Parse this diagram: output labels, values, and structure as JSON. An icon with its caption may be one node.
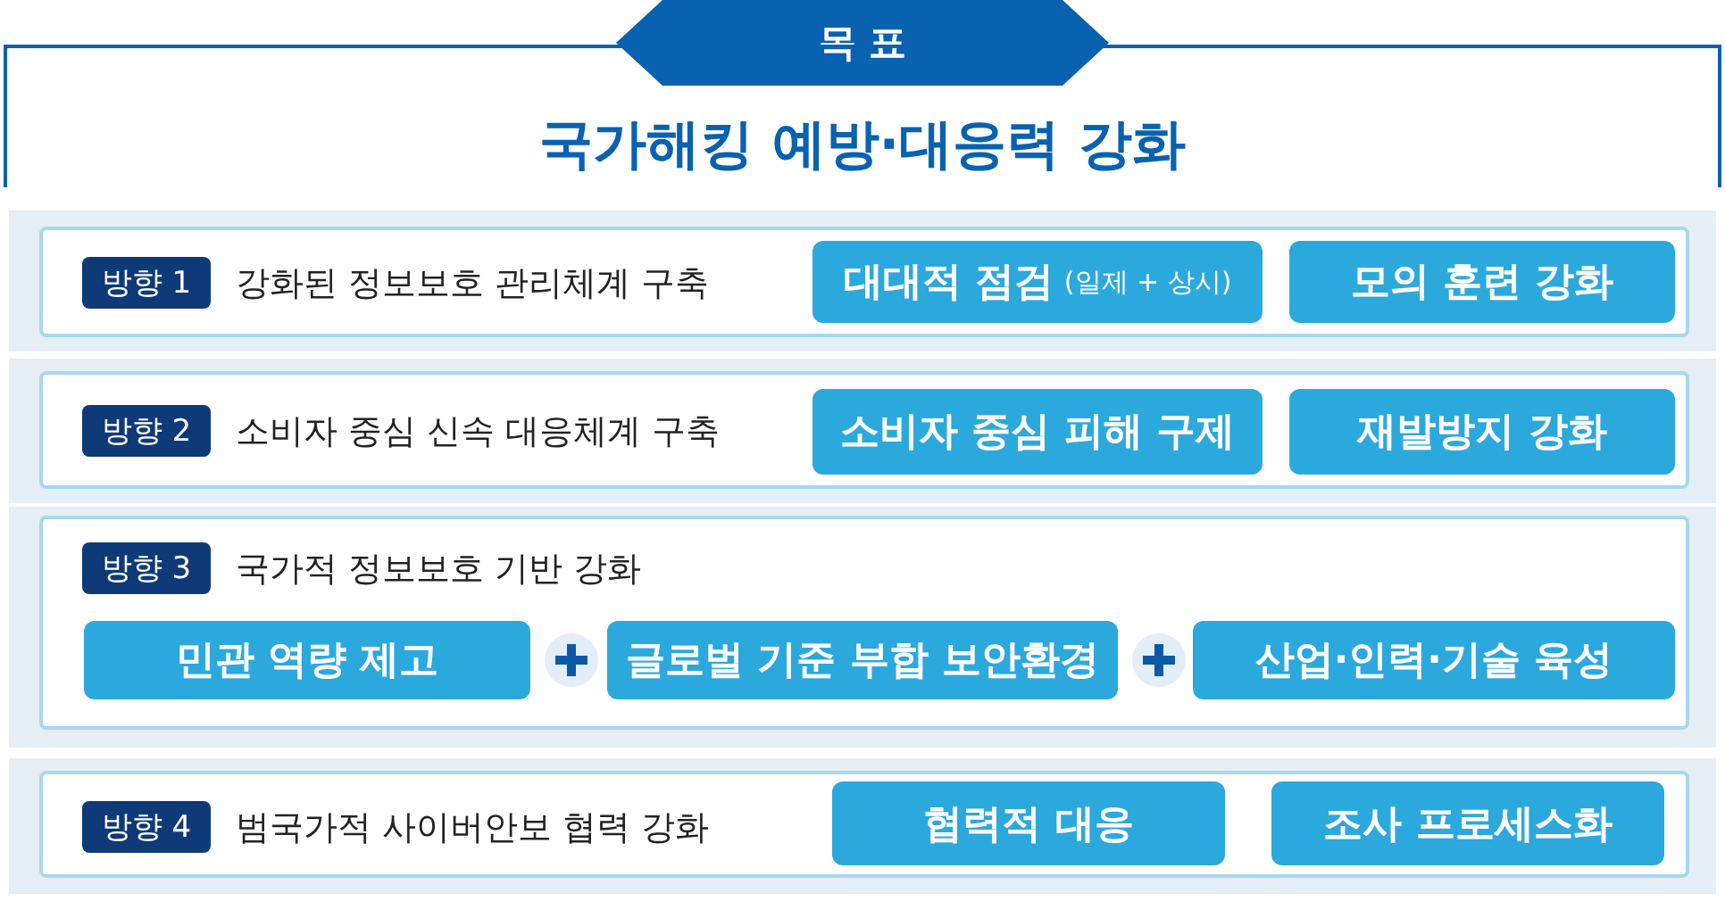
{
  "diagram": {
    "nodes": [
      {
        "text": [
          "목 표"
        ]
      },
      {
        "text": [
          "국가해킹 예방·대응력 강화"
        ]
      },
      {
        "text": [
          "강화된 정보보호 관리체계 구축"
        ]
      },
      {
        "text": [
          "방향 1"
        ],
        "in": 2
      },
      {
        "text": [
          "대대적 점검",
          "(일제 + 상시)"
        ],
        "in": 2
      },
      {
        "text": [
          "모의 훈련 강화"
        ],
        "in": 2
      },
      {
        "text": [
          "소비자 중심 신속 대응체계 구축"
        ]
      },
      {
        "text": [
          "방향 2"
        ],
        "in": 6
      },
      {
        "text": [
          "소비자 중심 피해 구제"
        ],
        "in": 6
      },
      {
        "text": [
          "재발방지 강화"
        ],
        "in": 6
      },
      {
        "text": [
          "국가적 정보보호 기반 강화"
        ]
      },
      {
        "text": [
          "방향 3"
        ],
        "in": 10
      },
      {
        "text": [
          "민관 역량 제고"
        ],
        "in": 10
      },
      {
        "text": [
          "글로벌 기준 부합 보안환경"
        ],
        "in": 10
      },
      {
        "text": [
          "산업·인력·기술 육성"
        ],
        "in": 10
      },
      {
        "text": [
          "범국가적 사이버안보 협력 강화"
        ]
      },
      {
        "text": [
          "방향 4"
        ],
        "in": 15
      },
      {
        "text": [
          "협력적 대응"
        ],
        "in": 15
      },
      {
        "text": [
          "조사 프로세스화"
        ],
        "in": 15
      }
    ],
    "edges": []
  }
}
